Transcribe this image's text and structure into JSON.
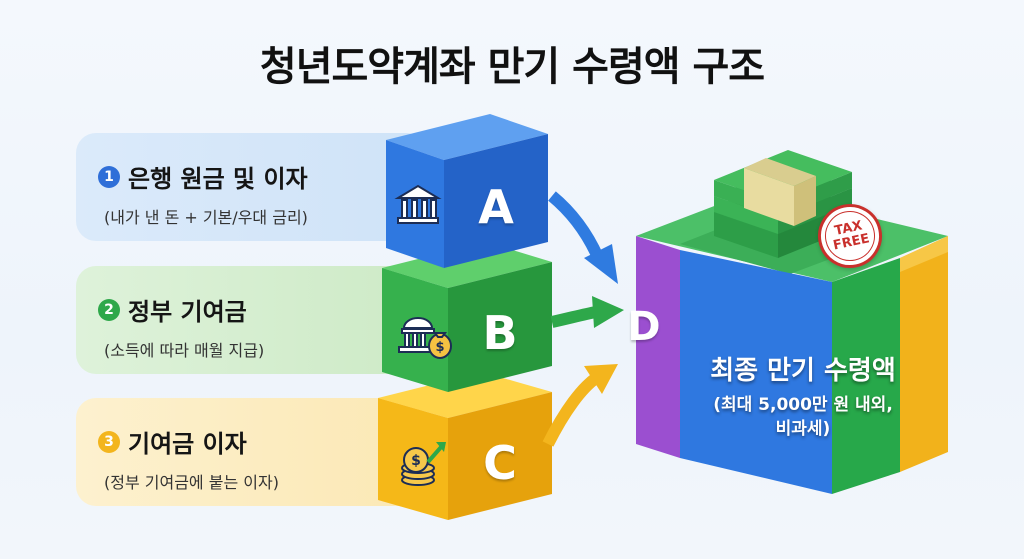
{
  "title": "청년도약계좌 만기 수령액 구조",
  "colors": {
    "blue": "#2f6fd8",
    "green": "#2ea84a",
    "yellow": "#f3b51d",
    "purple": "#9b4fd0",
    "stamp_red": "#c9302c"
  },
  "components": [
    {
      "number": "1",
      "title": "은행 원금 및 이자",
      "subtitle": "(내가 낸 돈 + 기본/우대 금리)",
      "letter": "A",
      "icon": "bank-icon",
      "color": "#2f6fd8"
    },
    {
      "number": "2",
      "title": "정부 기여금",
      "subtitle": "(소득에 따라 매월 지급)",
      "letter": "B",
      "icon": "government-money-bag-icon",
      "color": "#2ea84a"
    },
    {
      "number": "3",
      "title": "기여금 이자",
      "subtitle": "(정부 기여금에 붙는 이자)",
      "letter": "C",
      "icon": "coins-growth-icon",
      "color": "#f3b51d"
    }
  ],
  "result": {
    "letter": "D",
    "title": "최종 만기 수령액",
    "note_line1": "(최대 5,000만 원 내외,",
    "note_line2": "비과세)",
    "stamp_line1": "TAX",
    "stamp_line2": "FREE",
    "icon": "cash-stack-icon"
  }
}
